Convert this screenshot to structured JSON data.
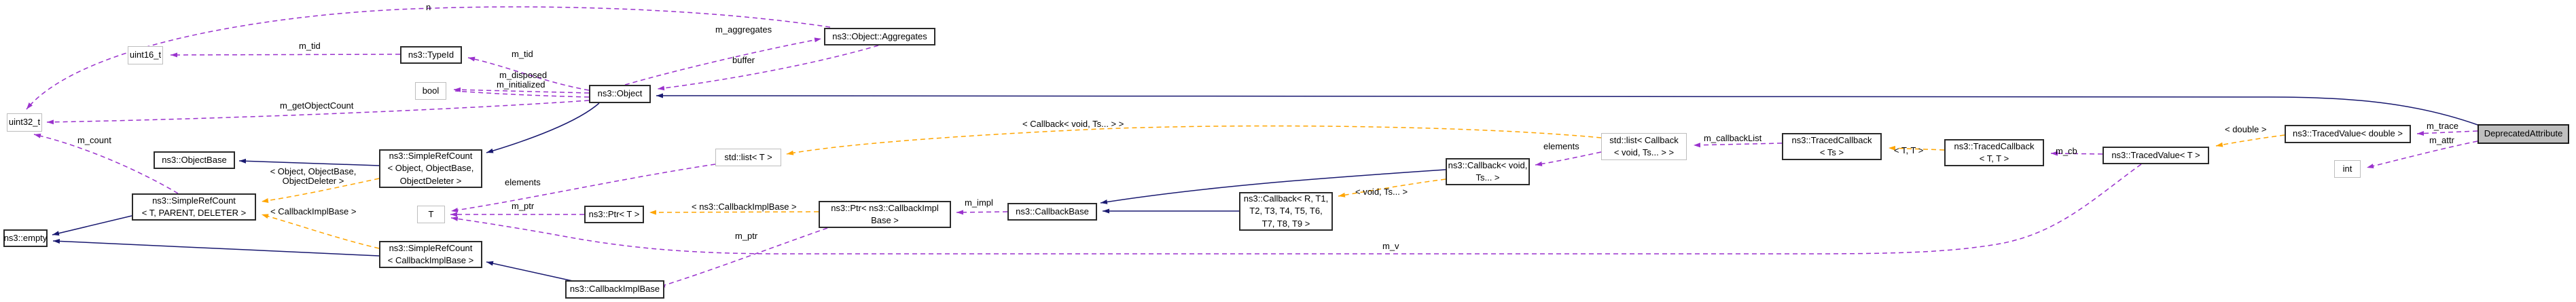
{
  "diagram": {
    "kind": "doxygen-collaboration-graph",
    "current_class": "DeprecatedAttribute",
    "colors": {
      "inheritance_edge": "#191970",
      "usage_edge": "#9a32cd",
      "template_edge": "#ffa500",
      "linked_node_border": "#2b2b2b",
      "plain_node_border": "#bdbdbd",
      "current_node_fill": "#bfbfbf",
      "background": "#ffffff"
    }
  },
  "nodes": {
    "uint16": {
      "label": "uint16_t"
    },
    "typeid": {
      "label": "ns3::TypeId"
    },
    "bool": {
      "label": "bool"
    },
    "uint32": {
      "label": "uint32_t"
    },
    "object": {
      "label": "ns3::Object"
    },
    "aggregates": {
      "label": "ns3::Object::Aggregates"
    },
    "objectbase": {
      "label": "ns3::ObjectBase"
    },
    "src_object": {
      "label": "ns3::SimpleRefCount\n< Object, ObjectBase,\nObjectDeleter >"
    },
    "src_template": {
      "label": "ns3::SimpleRefCount\n< T, PARENT, DELETER >"
    },
    "empty": {
      "label": "ns3::empty"
    },
    "t": {
      "label": "T"
    },
    "src_cib": {
      "label": "ns3::SimpleRefCount\n< CallbackImplBase >"
    },
    "list_t": {
      "label": "std::list< T >"
    },
    "ptr_t": {
      "label": "ns3::Ptr< T >"
    },
    "cib": {
      "label": "ns3::CallbackImplBase"
    },
    "ptr_cib": {
      "label": "ns3::Ptr< ns3::CallbackImpl\nBase >"
    },
    "cb_base": {
      "label": "ns3::CallbackBase"
    },
    "cb_r": {
      "label": "ns3::Callback< R, T1,\nT2, T3, T4, T5, T6,\nT7, T8, T9 >"
    },
    "cb_void": {
      "label": "ns3::Callback< void,\nTs... >"
    },
    "list_cb": {
      "label": "std::list< Callback\n< void, Ts... > >"
    },
    "tc_ts": {
      "label": "ns3::TracedCallback\n< Ts >"
    },
    "tc_tt": {
      "label": "ns3::TracedCallback\n< T, T >"
    },
    "tv_t": {
      "label": "ns3::TracedValue< T >"
    },
    "tv_double": {
      "label": "ns3::TracedValue< double >"
    },
    "int": {
      "label": "int"
    },
    "dep": {
      "label": "DeprecatedAttribute"
    }
  },
  "edge_labels": {
    "n": {
      "label": "n"
    },
    "m_tid_typeid": {
      "label": "m_tid"
    },
    "m_tid_object": {
      "label": "m_tid"
    },
    "m_disposed": {
      "label": "m_disposed"
    },
    "m_initialized": {
      "label": "m_initialized"
    },
    "m_getObjectCount": {
      "label": "m_getObjectCount"
    },
    "m_aggregates": {
      "label": "m_aggregates"
    },
    "buffer": {
      "label": "buffer"
    },
    "m_count": {
      "label": "m_count"
    },
    "tpl_object": {
      "label": "< Object, ObjectBase,\nObjectDeleter >"
    },
    "tpl_cib": {
      "label": "< CallbackImplBase >"
    },
    "elements_list_t": {
      "label": "elements"
    },
    "m_ptr_t": {
      "label": "m_ptr"
    },
    "tpl_ns_cib": {
      "label": "< ns3::CallbackImplBase >"
    },
    "m_ptr_cib": {
      "label": "m_ptr"
    },
    "m_impl": {
      "label": "m_impl"
    },
    "tpl_void_ts": {
      "label": "< void, Ts... >"
    },
    "m_v": {
      "label": "m_v"
    },
    "tpl_callback_void": {
      "label": "< Callback< void, Ts... > >"
    },
    "elements_list_cb": {
      "label": "elements"
    },
    "m_callbackList": {
      "label": "m_callbackList"
    },
    "tpl_tt": {
      "label": "< T, T >"
    },
    "m_cb": {
      "label": "m_cb"
    },
    "tpl_double": {
      "label": "< double >"
    },
    "m_trace": {
      "label": "m_trace"
    },
    "m_attr": {
      "label": "m_attr"
    }
  }
}
